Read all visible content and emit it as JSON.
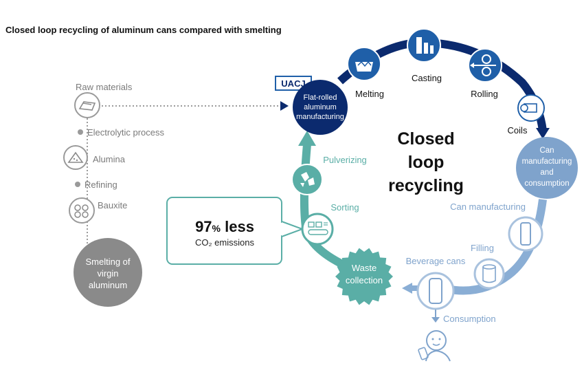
{
  "title": "Closed loop recycling of aluminum cans compared with smelting",
  "colors": {
    "navy": "#0b2a6e",
    "blue": "#1f5fa8",
    "steel": "#2e6fb0",
    "light_blue": "#7fa3cc",
    "pale_blue": "#a9c2de",
    "teal": "#5aaea6",
    "gray": "#8c8c8c",
    "dark_gray": "#8a8a8a"
  },
  "smelting": {
    "raw_materials": "Raw materials",
    "electrolytic": "Electrolytic process",
    "alumina": "Alumina",
    "refining": "Refining",
    "bauxite": "Bauxite",
    "smelting_lines": [
      "Smelting of",
      "virgin",
      "aluminum"
    ]
  },
  "loop": {
    "brand": "UACJ",
    "flat_rolled": [
      "Flat-rolled",
      "aluminum",
      "manufacturing"
    ],
    "melting": "Melting",
    "casting": "Casting",
    "rolling": "Rolling",
    "coils": "Coils",
    "can_mfg_consumption": [
      "Can",
      "manufacturing",
      "and",
      "consumption"
    ],
    "can_manufacturing": "Can manufacturing",
    "filling": "Filling",
    "beverage_cans": "Beverage cans",
    "consumption": "Consumption",
    "waste_collection": [
      "Waste",
      "collection"
    ],
    "sorting": "Sorting",
    "pulverizing": "Pulverizing",
    "center_title": [
      "Closed",
      "loop",
      "recycling"
    ]
  },
  "callout": {
    "value": "97",
    "unit": "%",
    "less": " less",
    "emissions": "CO₂ emissions"
  }
}
